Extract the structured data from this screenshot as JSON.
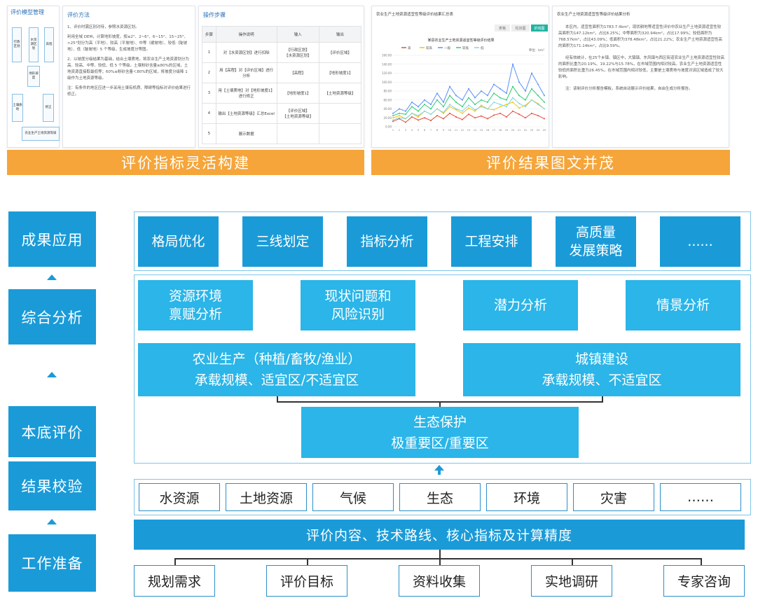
{
  "top": {
    "left": {
      "panel1_title": "评价模型管理",
      "flow_nodes": [
        "行政区划",
        "水资源区划",
        "高程",
        "地形坡度",
        "土壤质地",
        "修正",
        "农业生产土地资源等级"
      ],
      "method_title": "评价方法",
      "method_p1": "1、评价时需区别对待，参照水资源区划。",
      "method_p2": "利用全域 DEM，计算地形坡度，按≤2°、2~6°、6~15°、15~25°、>25°划分为高（平地）、较高（平坡地）、中等（缓坡地）、较低（陡坡地）、低（陡坡地）5 个等级，生成坡度分等图。",
      "method_p3": "2、以坡度分级结果为基础，结合土壤质地，将农业生产土地资源划分为高、较高、中等、较低、低 5 个等级。土壤粉砂含量≥80%的区域，土地资源直接取最低等；60%≤粉砂含量＜80%的区域，将坡度分级降 1 级作为土地资源等级。",
      "method_p4": "注：有条件的地区应进一步采用土壤有机质、障碍等指标对评价结果进行修正。",
      "steps_title": "操作步骤",
      "steps_headers": [
        "步骤",
        "操作说明",
        "输入",
        "输出"
      ],
      "steps_rows": [
        [
          "1",
          "对【水资源区划】进行扣除",
          "【行政区划】\n【水资源区划】",
          "【评价区域】"
        ],
        [
          "2",
          "用【高程】对【评价区域】进行分析",
          "【高程】",
          "【地形坡度1】"
        ],
        [
          "3",
          "用【土壤质地】对【地形坡度1】进行修正",
          "【地形坡度1】",
          "【土地资源等级】"
        ],
        [
          "4",
          "输出【土地资源等级】汇总Excel",
          "【评价区域】\n【土地资源等级】",
          ""
        ],
        [
          "5",
          "展示数据",
          "",
          ""
        ]
      ],
      "banner": "评价指标灵活构建"
    },
    "right": {
      "chart_panel_title": "农业生产土地资源适宜性等级评价结果汇总表",
      "tabs": [
        "表格",
        "柱状图",
        "折线图"
      ],
      "chart_title": "某县农业生产土地资源适宜性等级评价结果",
      "unit": "单位：km²",
      "legend": [
        "高",
        "较高",
        "一般",
        "较低",
        "低"
      ],
      "text_title": "农业生产土地资源适宜性等级评价结果分析",
      "text_p1": "本区内，适宜性面积为1783.7.4km²，现状耕地等适宜性评价中农业生产土地资源适宜性较高面积为147.12km²，占比8.25%；中等面积为320.94km²，占比17.99%；较低面积为768.57km²，占比43.09%；低面积为378.48km²，占比21.22%；农业生产土地资源适宜性高的面积为171.14km²，占比9.59%。",
      "text_p2": "经有效统计，在25个乡镇、镇区中，大镇镇、东风镇与西区街道农业生产土地资源适宜性较高的面积比重为20.19%、19.22%与15.78%，在市域范围内相对较高。农业生产土地资源适宜性较低的面积比重为26.45%，在市域范围内相对较低，主要是土壤质地与坡度对该区域造成了较大影响。",
      "text_p3": "注：该制评价分析报告模板，系统自动展示评价结果，自由生成分析报告。",
      "banner": "评价结果图文并茂"
    }
  },
  "stages": [
    "成果应用",
    "综合分析",
    "本底评价",
    "结果校验",
    "工作准备"
  ],
  "applications": [
    "格局优化",
    "三线划定",
    "指标分析",
    "工程安排",
    "高质量\n发展策略",
    "......"
  ],
  "analyses": [
    "资源环境\n禀赋分析",
    "现状问题和\n风险识别",
    "潜力分析",
    "情景分析"
  ],
  "agriculture": {
    "line1": "农业生产（种植/畜牧/渔业）",
    "line2": "承载规模、适宜区/不适宜区"
  },
  "urban": {
    "line1": "城镇建设",
    "line2": "承载规模、不适宜区"
  },
  "ecology": {
    "line1": "生态保护",
    "line2": "极重要区/重要区"
  },
  "elements": [
    "水资源",
    "土地资源",
    "气候",
    "生态",
    "环境",
    "灾害",
    "……"
  ],
  "content_bar": "评价内容、技术路线、核心指标及计算精度",
  "inputs": [
    "规划需求",
    "评价目标",
    "资料收集",
    "实地调研",
    "专家咨询"
  ],
  "colors": {
    "primary_blue": "#1a9bd8",
    "light_blue": "#2bb5e8",
    "banner_orange": "#f5a53a",
    "outline_blue": "#2a8fc7"
  },
  "chart_data": {
    "type": "line",
    "title": "某县农业生产土地资源适宜性等级评价结果",
    "ylabel": "单位：km²",
    "ylim": [
      0,
      160
    ],
    "yticks": [
      "0.00",
      "20.00",
      "40.00",
      "60.00",
      "80.00",
      "100.00",
      "120.00",
      "140.00",
      "160.00"
    ],
    "x": [
      "1",
      "2",
      "3",
      "4",
      "5",
      "6",
      "7",
      "8",
      "9",
      "10",
      "11",
      "12",
      "13",
      "14",
      "15",
      "16",
      "17",
      "18",
      "19",
      "20",
      "21",
      "22",
      "23",
      "24",
      "25"
    ],
    "series": [
      {
        "name": "高",
        "color": "#e74c3c",
        "values": [
          12,
          18,
          10,
          22,
          15,
          20,
          14,
          25,
          18,
          30,
          22,
          16,
          28,
          20,
          24,
          18,
          26,
          30,
          22,
          35,
          28,
          20,
          30,
          25,
          18
        ]
      },
      {
        "name": "较高",
        "color": "#f1c40f",
        "values": [
          20,
          25,
          18,
          30,
          22,
          35,
          28,
          40,
          30,
          45,
          38,
          30,
          42,
          35,
          48,
          40,
          38,
          45,
          50,
          55,
          42,
          48,
          60,
          52,
          40
        ]
      },
      {
        "name": "一般",
        "color": "#5b8ff9",
        "values": [
          30,
          40,
          35,
          55,
          45,
          60,
          50,
          75,
          55,
          90,
          70,
          60,
          85,
          65,
          80,
          70,
          95,
          85,
          75,
          140,
          100,
          80,
          120,
          95,
          70
        ]
      },
      {
        "name": "较低",
        "color": "#2ecc71",
        "values": [
          25,
          30,
          28,
          45,
          35,
          50,
          40,
          60,
          45,
          70,
          55,
          45,
          65,
          50,
          60,
          55,
          75,
          65,
          60,
          90,
          70,
          60,
          85,
          70,
          55
        ]
      },
      {
        "name": "低",
        "color": "#7fd6e6",
        "values": [
          15,
          20,
          18,
          30,
          25,
          35,
          28,
          40,
          32,
          50,
          40,
          35,
          48,
          38,
          45,
          40,
          55,
          50,
          45,
          65,
          52,
          45,
          60,
          50,
          40
        ]
      }
    ]
  }
}
